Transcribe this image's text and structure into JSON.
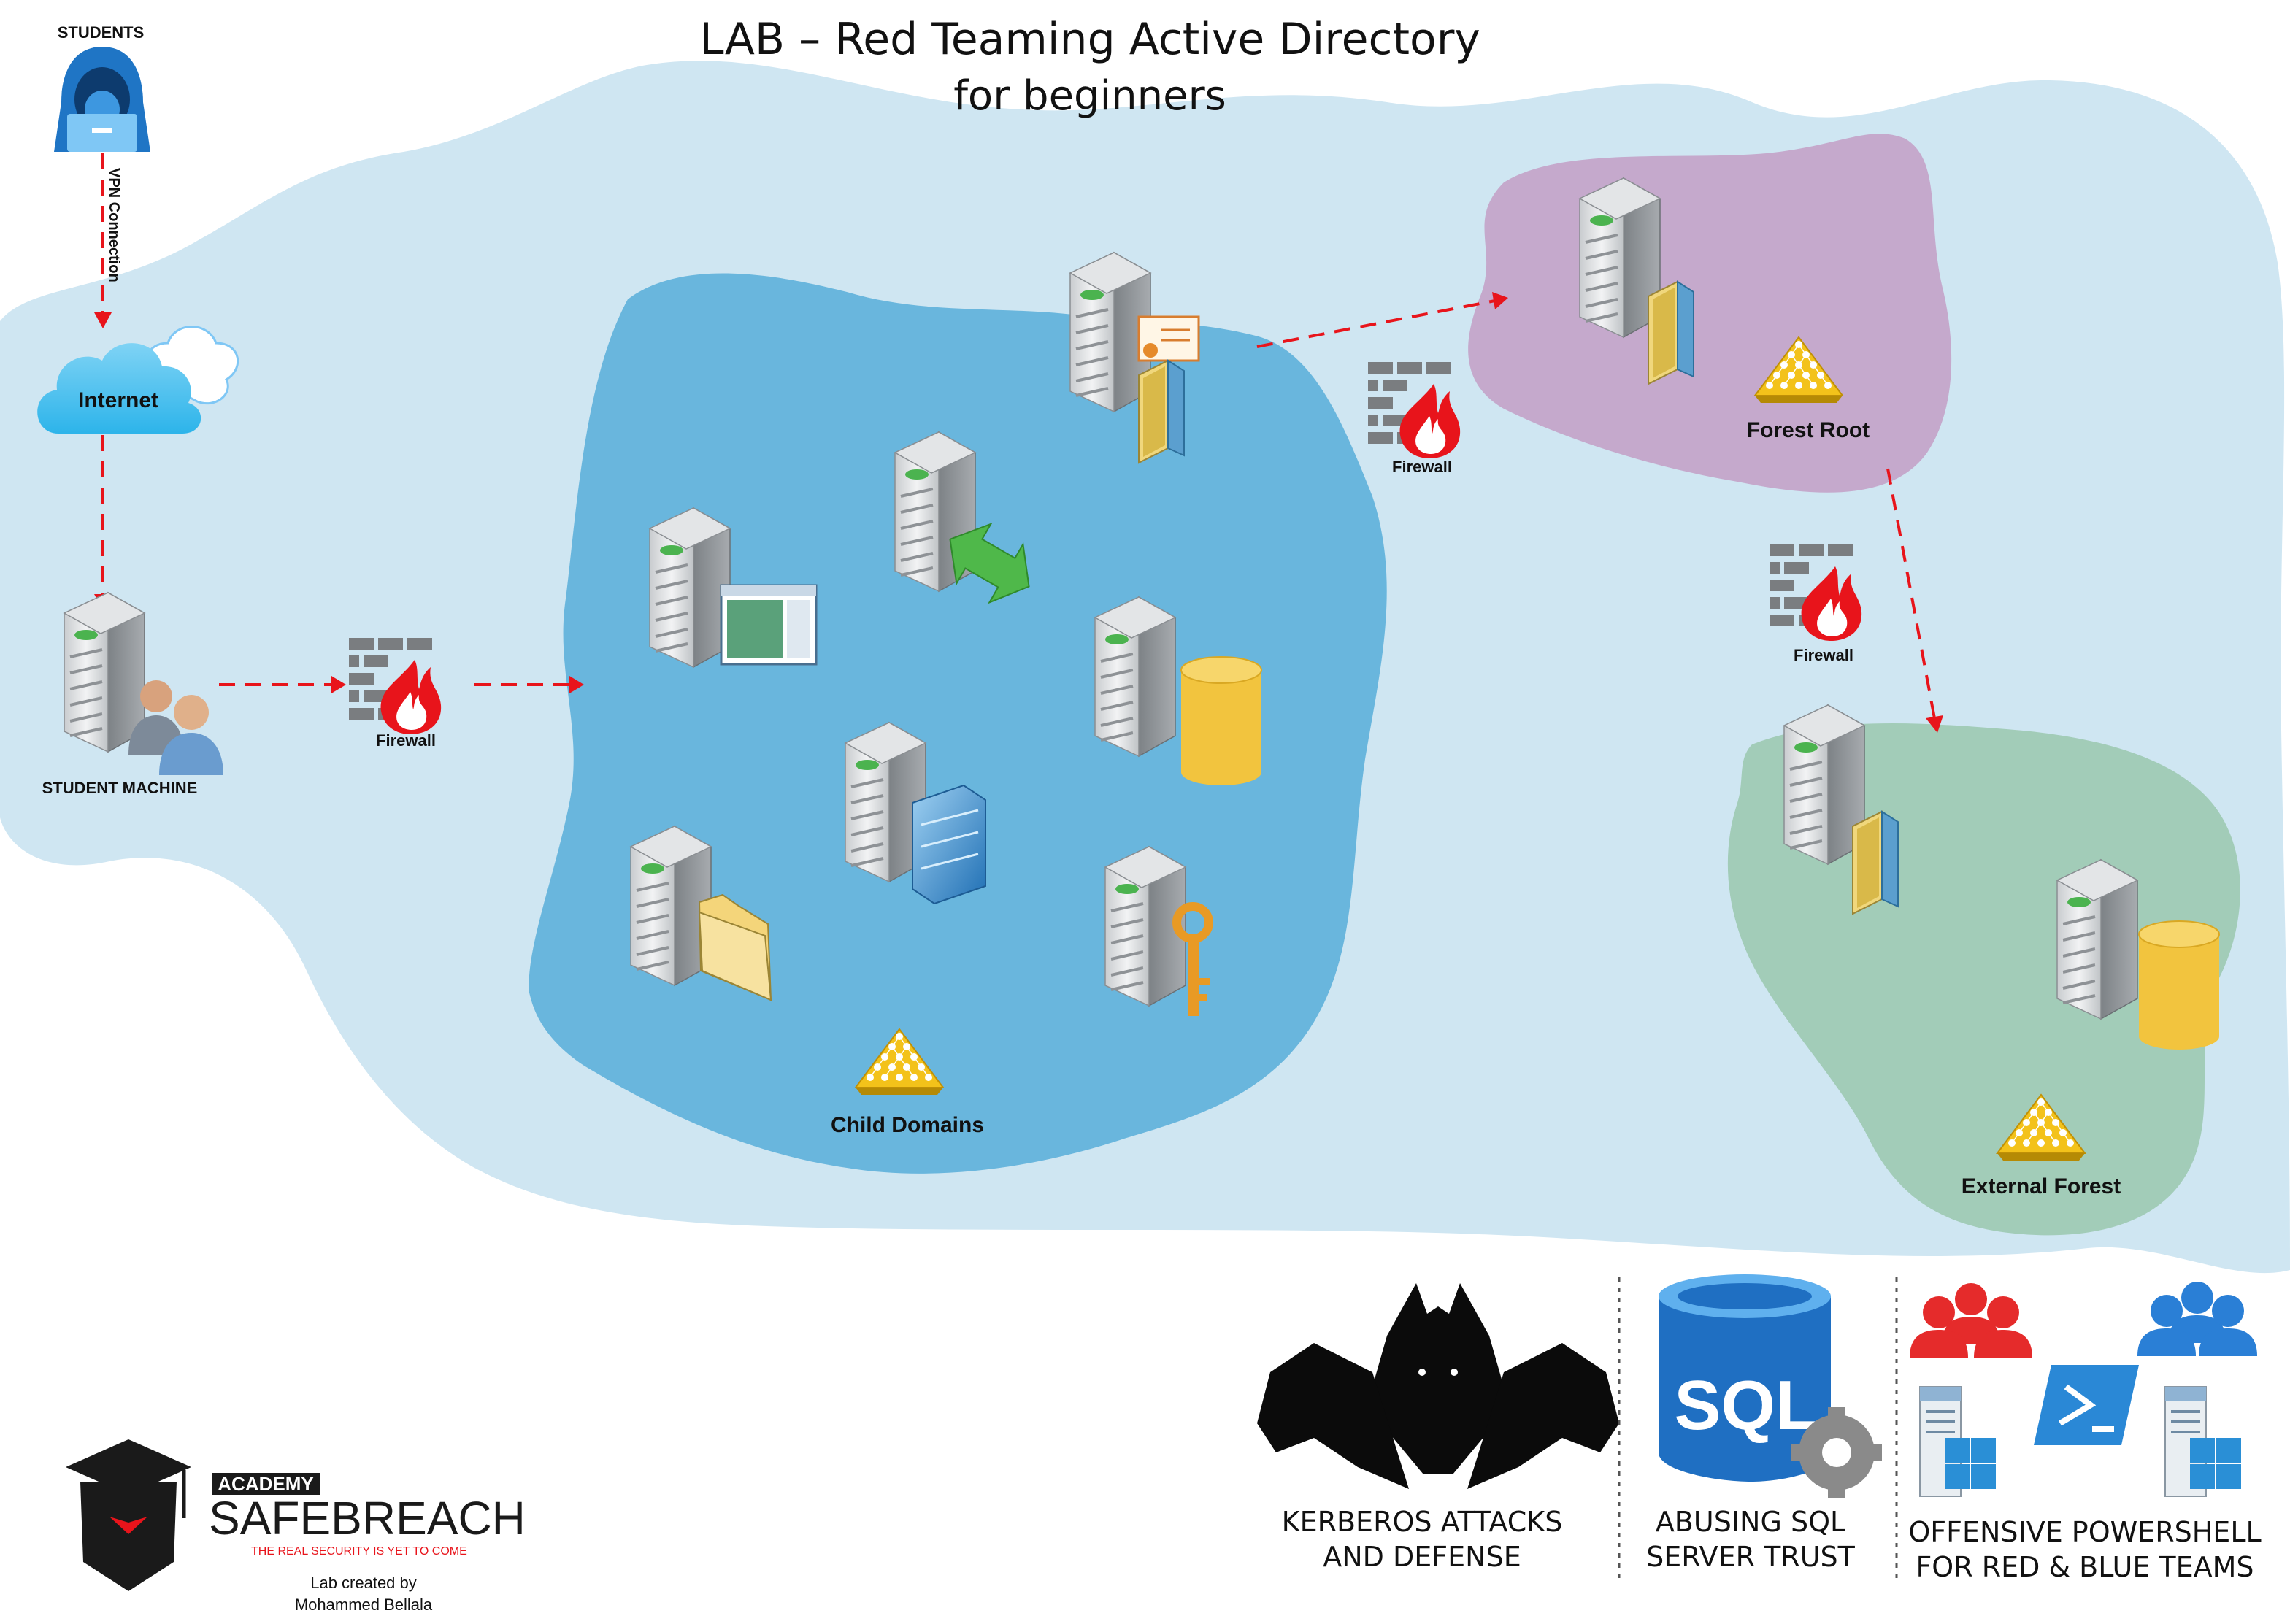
{
  "title": {
    "line1": "LAB – Red Teaming Active Directory",
    "line2": "for beginners"
  },
  "labels": {
    "students": "STUDENTS",
    "vpn": "VPN Connection",
    "internet": "Internet",
    "student_machine": "STUDENT MACHINE",
    "firewall": "Firewall",
    "child_domains": "Child Domains",
    "forest_root": "Forest Root",
    "external_forest": "External Forest"
  },
  "topics": [
    {
      "line1": "KERBEROS ATTACKS",
      "line2": "AND DEFENSE"
    },
    {
      "line1": "ABUSING SQL",
      "line2": "SERVER TRUST"
    },
    {
      "line1": "OFFENSIVE POWERSHELL",
      "line2": "FOR RED & BLUE TEAMS"
    }
  ],
  "sql_badge": "SQL",
  "brand": {
    "academy": "ACADEMY",
    "name": "SAFEBREACH",
    "tagline": "THE REAL SECURITY IS YET TO COME"
  },
  "credit": {
    "line1": "Lab created by",
    "line2": "Mohammed Bellala"
  },
  "colors": {
    "outer_region": "#cfe6f2",
    "child_region": "#69b6dd",
    "root_region": "#c5a9cc",
    "external_region": "#a2ccb8",
    "arrow": "#e8141b",
    "folder": "#f4d57a",
    "database": "#f2c43e",
    "trust_pyramid": "#f3c21a"
  },
  "icons": [
    "student-hacker-icon",
    "cloud-icon",
    "server-icon",
    "users-icon",
    "firewall-icon",
    "certificate-icon",
    "sync-arrow-icon",
    "database-icon",
    "folder-icon",
    "key-icon",
    "building-icon",
    "application-window-icon",
    "pyramid-icon",
    "book-icon",
    "cerberus-icon",
    "sql-database-icon",
    "gear-icon",
    "powershell-icon",
    "windows-server-icon",
    "team-icon",
    "academy-cap-logo"
  ]
}
